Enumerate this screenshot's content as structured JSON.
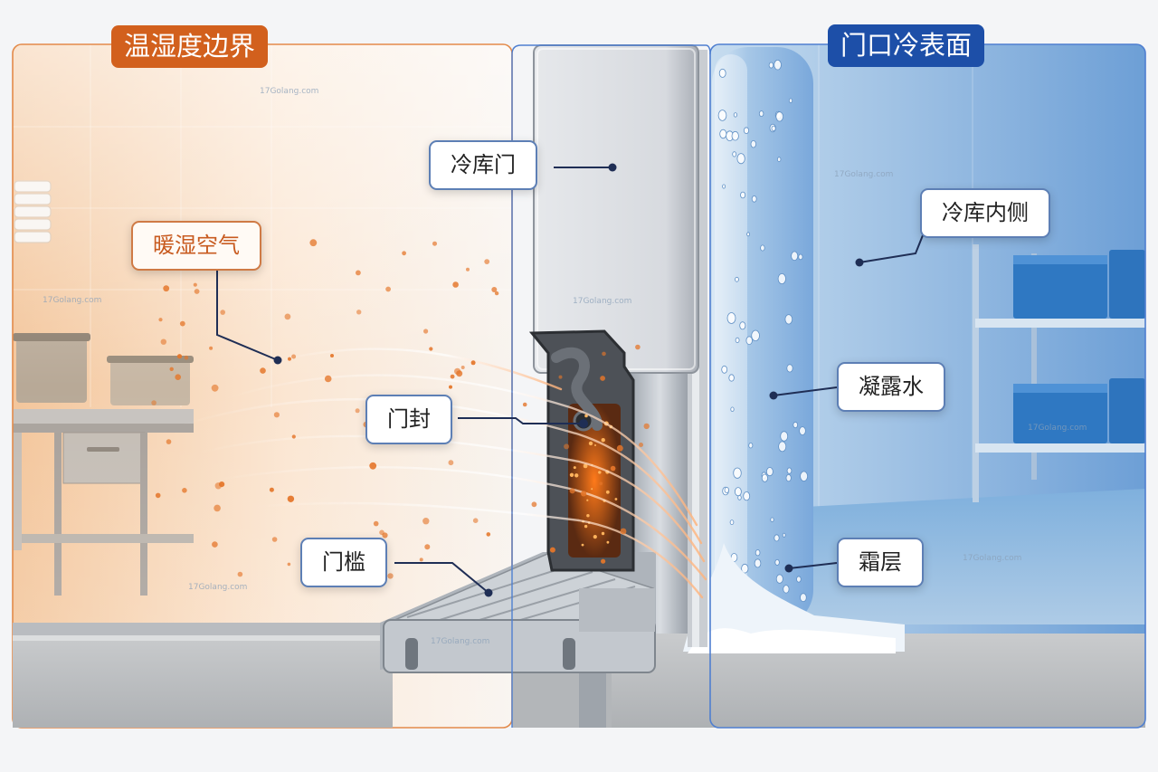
{
  "panels": {
    "left_title": "温湿度边界",
    "right_title": "门口冷表面"
  },
  "labels": {
    "warm_air": "暖湿空气",
    "cold_door": "冷库门",
    "door_seal": "门封",
    "threshold": "门槛",
    "cold_room_inside": "冷库内侧",
    "condensation": "凝露水",
    "frost_layer": "霜层"
  },
  "watermark": "17Golang.com",
  "colors": {
    "warm_accent": "#d2601d",
    "cool_accent": "#1d4fa8",
    "leader": "#1f2e55"
  }
}
